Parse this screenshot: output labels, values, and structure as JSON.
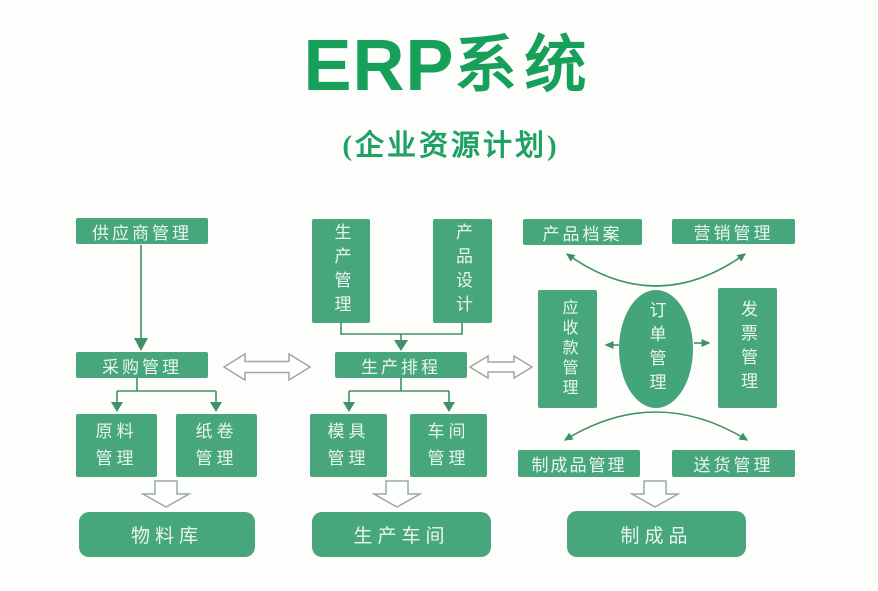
{
  "title": {
    "main_en": "ERP",
    "main_zh": "系统",
    "subtitle": "(企业资源计划)"
  },
  "colors": {
    "title_green": "#17a05a",
    "box_green": "#47a67c",
    "box_text": "#e9f6ee",
    "arrow_green": "#3e9168",
    "hollow_arrow_stroke": "#9aaaa2"
  },
  "nodes": {
    "supplier_mgmt": "供应商管理",
    "purchase_mgmt": "采购管理",
    "raw_material_mgmt": [
      "原料",
      "管理"
    ],
    "paper_roll_mgmt": [
      "纸卷",
      "管理"
    ],
    "material_warehouse": "物料库",
    "production_mgmt": "生产管理",
    "product_design": "产品设计",
    "production_scheduling": "生产排程",
    "mold_mgmt": [
      "模具",
      "管理"
    ],
    "workshop_mgmt": [
      "车间",
      "管理"
    ],
    "production_workshop": "生产车间",
    "product_archive": "产品档案",
    "marketing_mgmt": "营销管理",
    "receivables_mgmt": "应收款管理",
    "order_mgmt": "订单管理",
    "invoice_mgmt": "发票管理",
    "finished_goods_mgmt": "制成品管理",
    "delivery_mgmt": "送货管理",
    "finished_goods": "制成品"
  }
}
